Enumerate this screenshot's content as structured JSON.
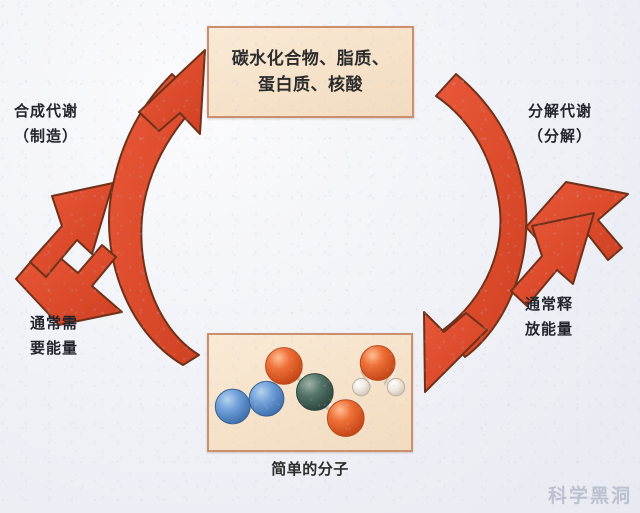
{
  "figure": {
    "title": "代谢循环（合成代谢与分解代谢）",
    "background_color": "#eef0f6",
    "arrow_color": "#de4c2c",
    "arrow_outline_color": "#7a3a22",
    "box_fill_color": "#f6e3cb",
    "box_border_color": "#c98f6e"
  },
  "top_box": {
    "line1": "碳水化合物、脂质、",
    "line2": "蛋白质、核酸"
  },
  "bottom_box": {
    "caption": "简单的分子",
    "molecules": [
      {
        "name": "nitrogen-molecule",
        "formula": "N2",
        "atoms": [
          {
            "element": "N",
            "color": "#5b8fd0"
          },
          {
            "element": "N",
            "color": "#5b8fd0"
          }
        ]
      },
      {
        "name": "carbon-dioxide-molecule",
        "formula": "CO2",
        "atoms": [
          {
            "element": "O",
            "color": "#e8622a"
          },
          {
            "element": "C",
            "color": "#49685d"
          },
          {
            "element": "O",
            "color": "#e8622a"
          }
        ]
      },
      {
        "name": "water-molecule",
        "formula": "H2O",
        "atoms": [
          {
            "element": "O",
            "color": "#e8622a"
          },
          {
            "element": "H",
            "color": "#f2ece4"
          },
          {
            "element": "H",
            "color": "#f2ece4"
          }
        ]
      }
    ]
  },
  "labels": {
    "anabolism_line1": "合成代谢",
    "anabolism_line2": "（制造）",
    "catabolism_line1": "分解代谢",
    "catabolism_line2": "（分解）",
    "energy_in_line1": "通常需",
    "energy_in_line2": "要能量",
    "energy_out_line1": "通常释",
    "energy_out_line2": "放能量"
  },
  "arrows": [
    {
      "name": "anabolism-main-arrow",
      "direction": "up",
      "side": "left",
      "meaning": "简单分子 → 大分子"
    },
    {
      "name": "anabolism-energy-arrow",
      "direction": "up-right",
      "side": "left",
      "meaning": "需要能量输入"
    },
    {
      "name": "catabolism-main-arrow",
      "direction": "down",
      "side": "right",
      "meaning": "大分子 → 简单分子"
    },
    {
      "name": "catabolism-energy-arrow",
      "direction": "down-right",
      "side": "right",
      "meaning": "释放能量"
    }
  ],
  "watermark": {
    "text": "科学黑洞"
  }
}
